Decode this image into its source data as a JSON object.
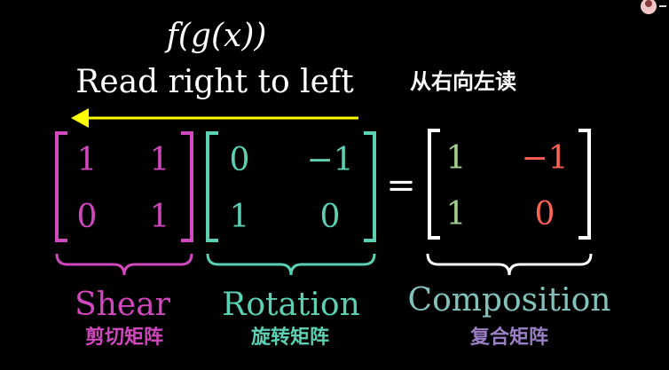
{
  "formula": "f(g(x))",
  "read_direction_en": "Read right to left",
  "read_direction_zh": "从右向左读",
  "colors": {
    "background": "#000000",
    "text": "#ffffff",
    "arrow": "#ffff00",
    "shear": "#d147bd",
    "rotation": "#5cd0b3",
    "composition_bracket": "#ffffff",
    "composition_label": "#83c1bb",
    "composition_label_zh": "#9b7fc6",
    "green_entry": "#a6cf8c",
    "red_entry": "#fc6255"
  },
  "shear": {
    "label": "Shear",
    "label_zh": "剪切矩阵",
    "entries": [
      [
        "1",
        "1"
      ],
      [
        "0",
        "1"
      ]
    ]
  },
  "rotation": {
    "label": "Rotation",
    "label_zh": "旋转矩阵",
    "entries": [
      [
        "0",
        "−1"
      ],
      [
        "1",
        "0"
      ]
    ]
  },
  "equals": "=",
  "composition": {
    "label": "Composition",
    "label_zh": "复合矩阵",
    "entries": [
      [
        "1",
        "−1"
      ],
      [
        "1",
        "0"
      ]
    ]
  },
  "corner_icon": "avatar-icon"
}
